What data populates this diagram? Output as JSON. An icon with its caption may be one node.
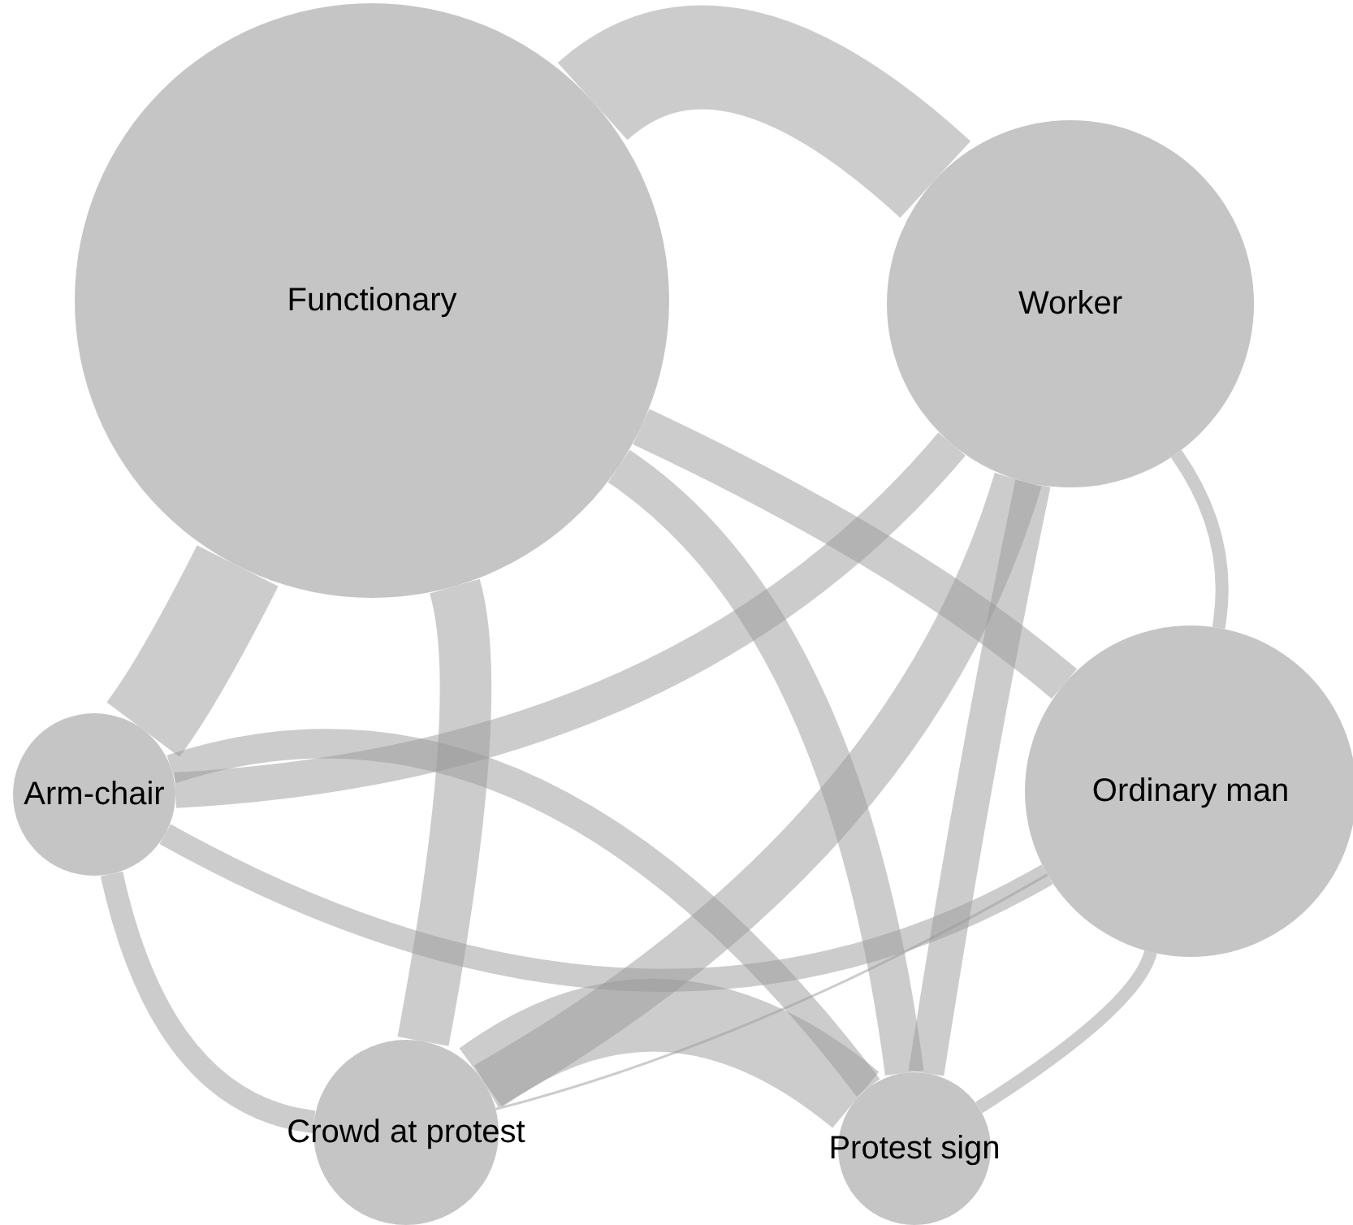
{
  "diagram": {
    "nodes": [
      {
        "text": [
          "Functionary"
        ]
      },
      {
        "text": [
          "Worker"
        ]
      },
      {
        "text": [
          "Ordinary man"
        ]
      },
      {
        "text": [
          "Arm-chair"
        ]
      },
      {
        "text": [
          "Crowd at protest"
        ]
      },
      {
        "text": [
          "Protest sign"
        ]
      }
    ],
    "edges": [
      {
        "from": 0,
        "to": 1,
        "arrow": "none",
        "style": "thick"
      },
      {
        "from": 0,
        "to": 3,
        "arrow": "none",
        "style": "thick"
      },
      {
        "from": 0,
        "to": 4,
        "arrow": "none"
      },
      {
        "from": 0,
        "to": 5,
        "arrow": "none"
      },
      {
        "from": 0,
        "to": 2,
        "arrow": "none"
      },
      {
        "from": 1,
        "to": 3,
        "arrow": "none"
      },
      {
        "from": 1,
        "to": 4,
        "arrow": "none"
      },
      {
        "from": 1,
        "to": 5,
        "arrow": "none"
      },
      {
        "from": 1,
        "to": 2,
        "arrow": "none"
      },
      {
        "from": 2,
        "to": 3,
        "arrow": "none"
      },
      {
        "from": 2,
        "to": 5,
        "arrow": "none"
      },
      {
        "from": 2,
        "to": 4,
        "arrow": "none"
      },
      {
        "from": 3,
        "to": 5,
        "arrow": "none"
      },
      {
        "from": 3,
        "to": 4,
        "arrow": "none"
      },
      {
        "from": 4,
        "to": 5,
        "arrow": "none",
        "style": "thick"
      }
    ]
  }
}
